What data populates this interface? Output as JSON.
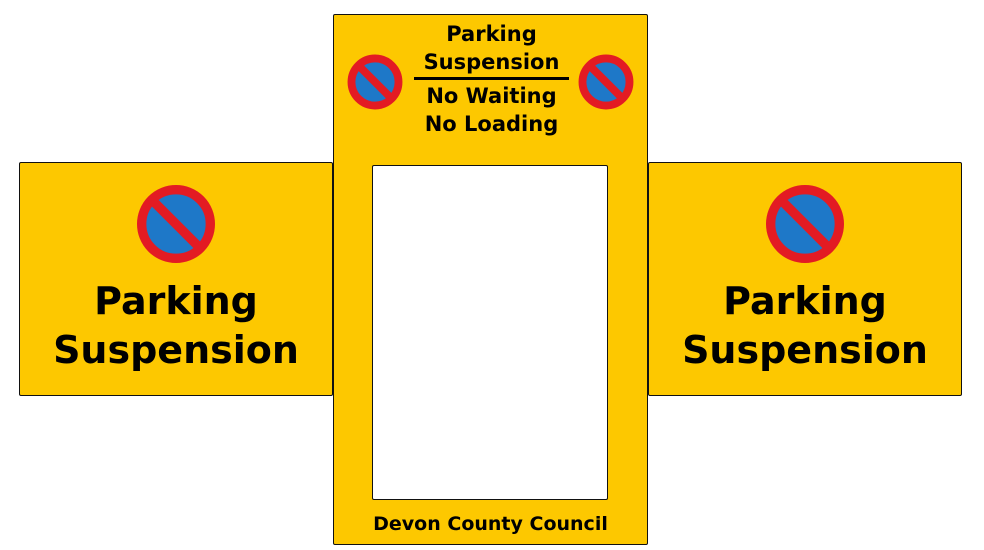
{
  "left_sign": {
    "icon": "no-waiting-no-loading-roundel-icon",
    "title_line1": "Parking",
    "title_line2": "Suspension"
  },
  "center_sign": {
    "icon": "no-waiting-no-loading-roundel-icon",
    "header_line1": "Parking",
    "header_line2": "Suspension",
    "subheader_line1": "No Waiting",
    "subheader_line2": "No Loading",
    "footer": "Devon County Council"
  },
  "right_sign": {
    "icon": "no-waiting-no-loading-roundel-icon",
    "title_line1": "Parking",
    "title_line2": "Suspension"
  },
  "colors": {
    "sign_background": "#fdc800",
    "roundel_red": "#e31b23",
    "roundel_blue": "#1e78c8",
    "text": "#000000"
  }
}
